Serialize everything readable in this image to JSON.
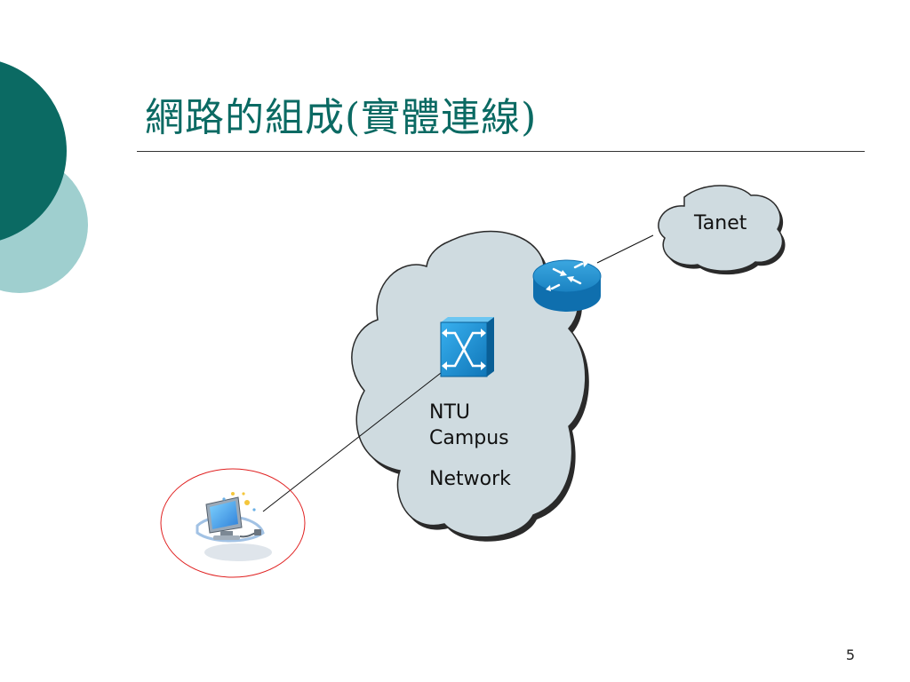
{
  "slide": {
    "title": "網路的組成(實體連線)",
    "page_number": "5"
  },
  "diagram": {
    "campus_cloud_line1": "NTU",
    "campus_cloud_line2": "Campus",
    "campus_cloud_line3": "Network",
    "external_cloud_label": "Tanet",
    "nodes": [
      {
        "name": "pc-icon",
        "kind": "computer"
      },
      {
        "name": "switch-icon",
        "kind": "switch"
      },
      {
        "name": "router-icon",
        "kind": "router"
      }
    ],
    "links": [
      {
        "from": "pc-icon",
        "to": "switch-icon"
      },
      {
        "from": "router-icon",
        "to": "Tanet"
      }
    ]
  },
  "colors": {
    "title": "#0b6a63",
    "deco_dark": "#0b6a63",
    "deco_light": "#9fcfcf",
    "cloud_fill": "#cfdbe0",
    "switch": "#1b8fd0",
    "router": "#1a88c8",
    "highlight_circle": "#e02020"
  }
}
